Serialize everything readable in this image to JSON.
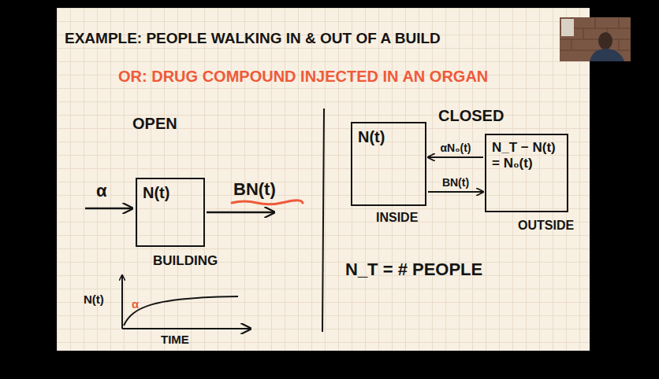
{
  "diagram": {
    "title": "EXAMPLE: PEOPLE WALKING IN & OUT OF A BUILD",
    "nodes": [
      {
        "text": [
          "N(t)",
          "BUILDING"
        ]
      },
      {
        "text": [
          "N(t)",
          "INSIDE"
        ]
      },
      {
        "text": [
          "N_T − N(t) = N₀(t)",
          "OUTSIDE"
        ]
      }
    ],
    "edges": [
      {
        "from": 2,
        "to": 1,
        "arrow": "to",
        "label": "αN₀(t)"
      },
      {
        "from": 1,
        "to": 2,
        "arrow": "to",
        "label": "BN(t)"
      }
    ],
    "labels": [
      "OR: DRUG COMPOUND INJECTED IN AN ORGAN",
      "OPEN",
      "α",
      "BN(t)",
      "N(t)",
      "α",
      "TIME",
      "CLOSED",
      "N_T = # PEOPLE"
    ]
  }
}
